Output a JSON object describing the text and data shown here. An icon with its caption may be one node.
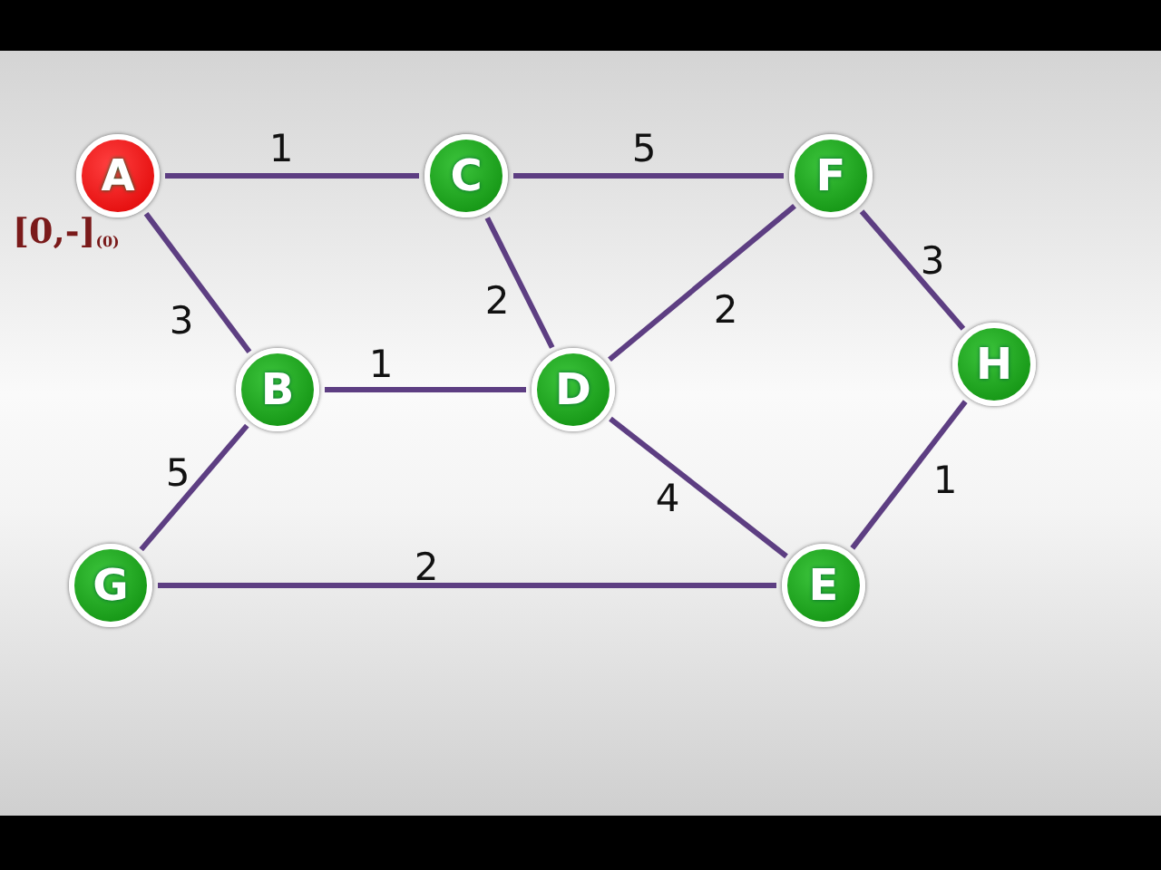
{
  "diagram": {
    "nodes": [
      {
        "text": [
          "A"
        ],
        "beside": [
          "[0,-]$_{(0)}$"
        ]
      },
      {
        "text": [
          "C"
        ]
      },
      {
        "text": [
          "F"
        ]
      },
      {
        "text": [
          "B"
        ]
      },
      {
        "text": [
          "D"
        ]
      },
      {
        "text": [
          "H"
        ]
      },
      {
        "text": [
          "G"
        ]
      },
      {
        "text": [
          "E"
        ]
      }
    ],
    "edges": [
      {
        "from": 0,
        "to": 1,
        "arrow": "none",
        "label": "1"
      },
      {
        "from": 1,
        "to": 2,
        "arrow": "none",
        "label": "5"
      },
      {
        "from": 0,
        "to": 3,
        "arrow": "none",
        "label": "3"
      },
      {
        "from": 1,
        "to": 4,
        "arrow": "none",
        "label": "2"
      },
      {
        "from": 3,
        "to": 4,
        "arrow": "none",
        "label": "1"
      },
      {
        "from": 4,
        "to": 2,
        "arrow": "none",
        "label": "2"
      },
      {
        "from": 2,
        "to": 5,
        "arrow": "none",
        "label": "3"
      },
      {
        "from": 3,
        "to": 6,
        "arrow": "none",
        "label": "5"
      },
      {
        "from": 4,
        "to": 7,
        "arrow": "none",
        "label": "4"
      },
      {
        "from": 5,
        "to": 7,
        "arrow": "none",
        "label": "1"
      },
      {
        "from": 6,
        "to": 7,
        "arrow": "none",
        "label": "2"
      }
    ]
  }
}
